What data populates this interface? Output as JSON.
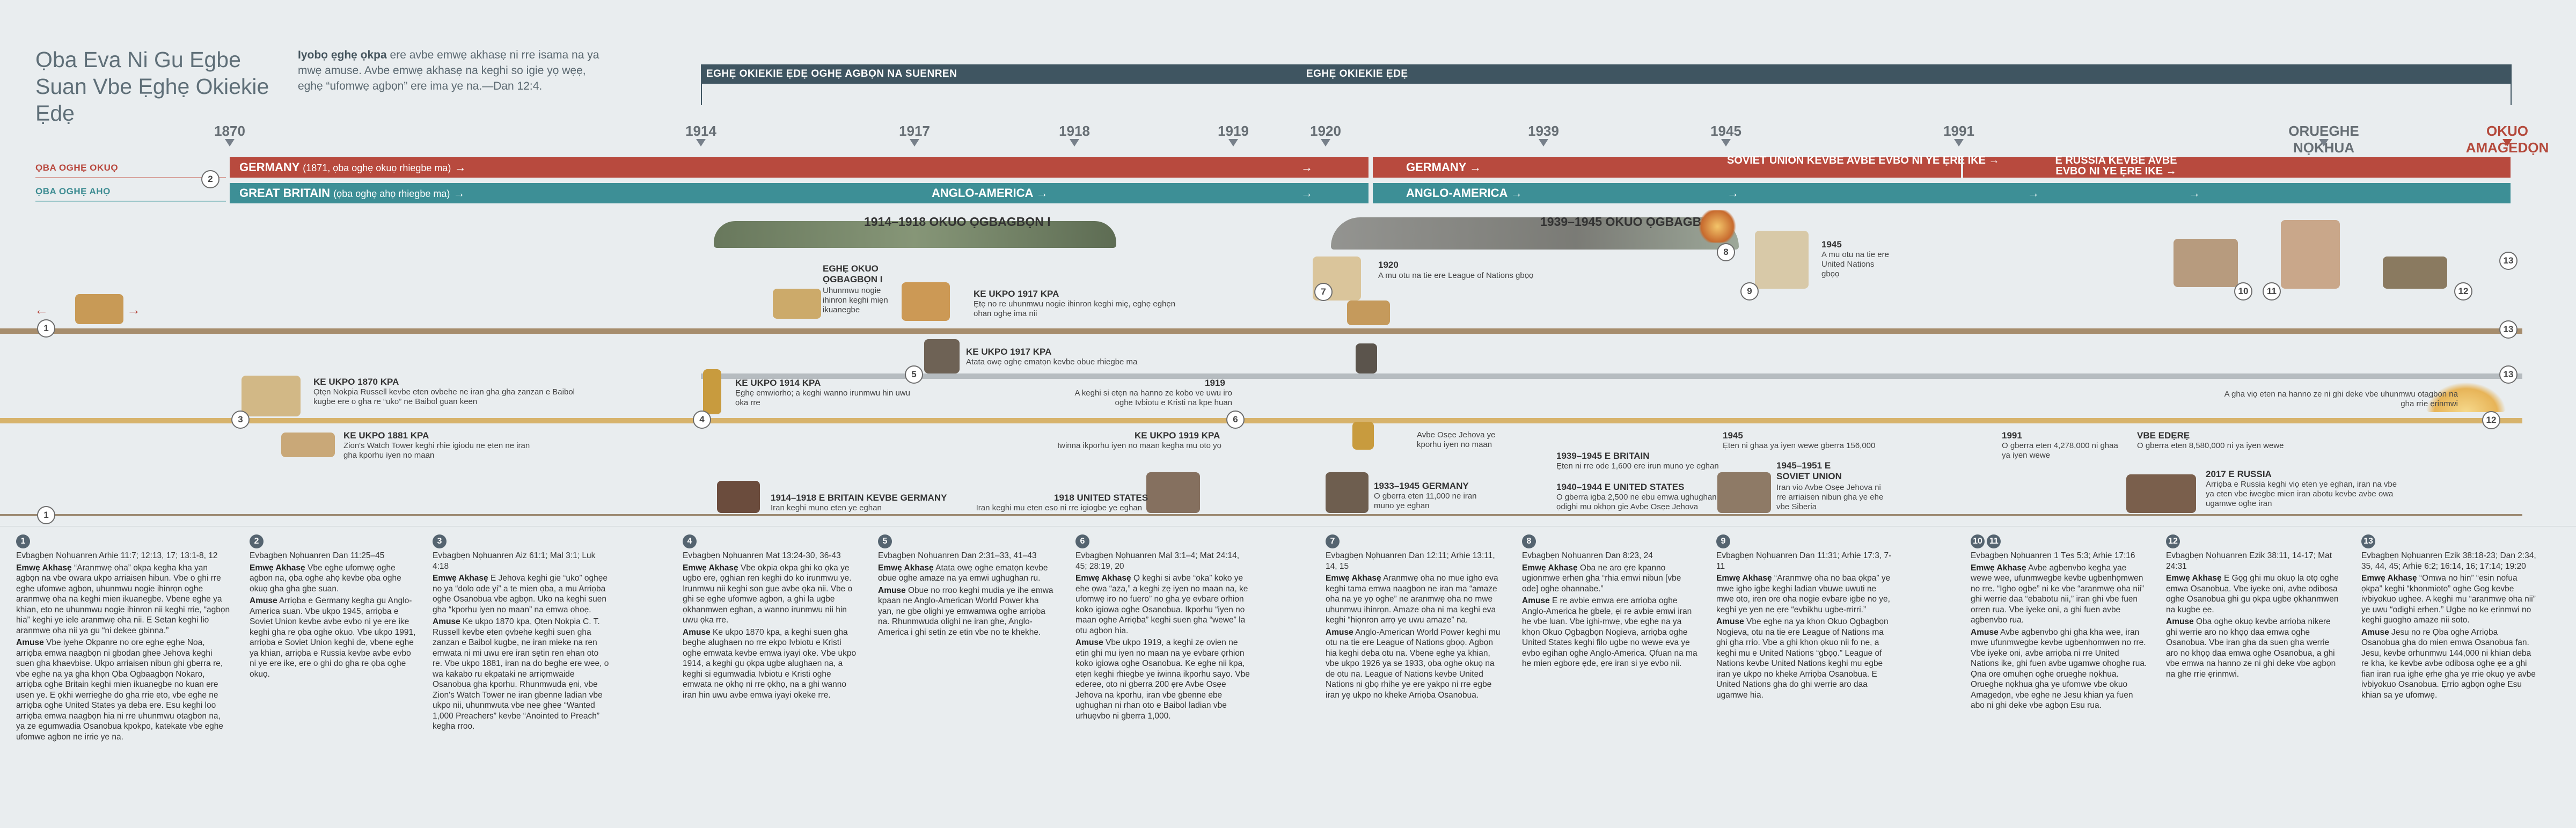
{
  "header": {
    "title": "Ọba Eva Ni Gu Egbe Suan Vbe Ẹghẹ Okiekie Ẹdẹ",
    "intro_bold": "Iyobọ ẹghẹ ọkpa",
    "intro": "ere avbe emwẹ akhasẹ ni rre isama na ya mwẹ amuse. Avbe emwẹ akhasẹ na keghi so igie yọ wẹẹ, eghẹ “ufomwẹ agbọn” ere ima ye na.—Dan 12:4."
  },
  "eras": [
    {
      "label": "EGHẸ OKIEKIE ẸDẸ OGHẸ AGBỌN NA SUENREN"
    },
    {
      "label": "EGHẸ OKIEKIE ẸDẸ"
    }
  ],
  "years": [
    "1870",
    "1914",
    "1917",
    "1918",
    "1919",
    "1920",
    "1939",
    "1945",
    "1991",
    "ORUEGHE NỌKHUA",
    "OKUO AMAGEDỌN"
  ],
  "bands": {
    "south_label": "ỌBA OGHẸ OKUỌ",
    "north_label": "ỌBA OGHẸ AHỌ",
    "south": [
      {
        "name": "GERMANY",
        "note": "(1871, ọba oghẹ okuọ rhiegbe ma)"
      },
      {
        "name": "GERMANY",
        "note": ""
      },
      {
        "name": "SOVIET UNION KEVBE AVBE EVBO NI YE ẸRE IKE",
        "note": ""
      },
      {
        "name": "E RUSSIA KEVBE AVBE EVBO NI YE ẸRE IKE",
        "note": ""
      }
    ],
    "north": [
      {
        "name": "GREAT BRITAIN",
        "note": "(ọba oghẹ ahọ rhiegbe ma)"
      },
      {
        "name": "ANGLO-AMERICA",
        "note": ""
      },
      {
        "name": "ANGLO-AMERICA",
        "note": ""
      }
    ]
  },
  "wars": {
    "ww1": "1914–1918 OKUO ỌGBAGBỌN I",
    "ww2": "1939–1945 OKUO ỌGBAGBỌN II"
  },
  "events": {
    "e1": {
      "title": "EGHẸ OKUO ỌGBAGBỌN I",
      "desc": "Uhunmwu nogie ihinron keghi mięn ikuanegbe"
    },
    "e2": {
      "title": "KE UKPO 1917 KPA",
      "desc": "Ẹtẹ no re uhunmwu nogie ihinron keghi mię, eghẹ eghẹn ohan oghẹ ima nii"
    },
    "e3": {
      "title": "KE UKPO 1917 KPA",
      "desc": "Atata owẹ oghẹ ematọn kevbe obue rhiegbe ma"
    },
    "e4": {
      "title": "1920",
      "desc": "A mu otu na tie ere League of Nations gbọọ"
    },
    "e5": {
      "title": "1945",
      "desc": "A mu otu na tie ere United Nations gbọọ"
    },
    "e6": {
      "title": "KE UKPO 1870 KPA",
      "desc": "Ọtẹn Nokpia Russell kevbe eten ovbehe ne iran gha gha zanzan e Baibol kugbe ere o gha re “uko” ne Baibol guan keen"
    },
    "e7": {
      "title": "KE UKPO 1914 KPA",
      "desc": "Ẹghẹ emwiorho; a keghi wanno irunmwu hin uwu ọka rre"
    },
    "e8": {
      "title": "1919",
      "desc": "A keghi si etẹn na hanno ze kobo ve uwu iro oghe Ivbiotu e Kristi na kpe huan"
    },
    "e9": {
      "title": "KE UKPO 1881 KPA",
      "desc": "Zion's Watch Tower keghi rhie igiodu ne ẹten ne iran gha kporhu iyen no maan"
    },
    "e10": {
      "title": "KE UKPO 1919 KPA",
      "desc": "Iwinna ikporhu iyen no maan kegha mu oto yọ"
    },
    "e11": {
      "title": "",
      "desc": "Avbe Osẹe Jehova ye kporhu iyen no maan"
    },
    "e12": {
      "title": "1939–1945 E BRITAIN",
      "desc": "Ẹten ni rre ode 1,600 ere irun muno ye eghan"
    },
    "e13": {
      "title": "1940–1944 E UNITED STATES",
      "desc": "O gberra igba 2,500 ne ebu emwa ughughan ni gbe ọdighi mu okhọn gie Avbe Osẹe Jehova"
    },
    "e14": {
      "title": "1933–1945 GERMANY",
      "desc": "O gberra eten 11,000 ne iran muno ye eghan"
    },
    "e15": {
      "title": "1914–1918 E BRITAIN KEVBE GERMANY",
      "desc": "Iran keghi muno eten ye eghan"
    },
    "e16": {
      "title": "1918 UNITED STATES",
      "desc": "Iran keghi mu eten eso ni rre igiogbe ye eghan"
    },
    "e17": {
      "title": "1945",
      "desc": "Ẹten ni ghaa ya iyen wewe gberra 156,000"
    },
    "e18": {
      "title": "1945–1951 E SOVIET UNION",
      "desc": "Iran vio Avbe Osẹe Jehova ni rre arriaisen nibun gha ye ehe vbe Siberia"
    },
    "e19": {
      "title": "1991",
      "desc": "O gberra eten 4,278,000 ni ghaa ya iyen wewe"
    },
    "e20": {
      "title": "VBE EDẸRẸ",
      "desc": "O gberra eten 8,580,000 ni ya iyen wewe"
    },
    "e21": {
      "title": "2017 E RUSSIA",
      "desc": "Arriọba e Russia keghi viọ eten ye eghan, iran na vbe ya eten vbe iwegbe mien iran abotu kevbe avbe owa ugamwe oghe iran"
    },
    "e22": {
      "title": "",
      "desc": "A gha viọ eten na hanno ze ni ghi deke vbe uhunmwu otagbon na gha rrie ẹrinmwi"
    }
  },
  "notes": [
    {
      "num": "1",
      "ref": "Evbagbẹn Nọhuanren Arhie 11:7; 12:13, 17; 13:1-8, 12",
      "body": [
        [
          "Emwẹ Akhasẹ",
          "“Aranmwẹ oha” okpa kegha kha yan agbọn na vbe owara ukpo arriaisen hibun. Vbe o ghi rre eghe ufomwe agbon, uhunmwu nogie ihinrọn oghe aranmwẹ oha na keghi mien ikuanegbe. Vbene eghe ya khian, eto ne uhunmwu nogie ihinron nii keghi rrie, “agbọn hia” keghi ye iele aranmwẹ oha nii. E Setan keghi lio aranmwẹ oha nii ya gu “ni dekee gbinna.”"
        ],
        [
          "Amuse",
          "Vbe iyehe Okpanre no ore eghe ẹghe Noa, arriọba emwa naagbọn ni gbodan ghee Jehova keghi suen gha khaevbise. Ukpo arriaisen nibun ghi gberra re, vbe eghe na ya gha khọn Ọba Ogbaagbọn Nokaro, arriọba oghe Britain keghi mien ikuanegbe no kuan ere usen ye. E ọkhi werrieghe do gha rrie eto, vbe eghe ne arriọba oghe United States ya deba ere. Esu keghi loo arriọba emwa naagbọn hia ni rre uhunmwu otagbon na, ya ze egumwadia Osanobua kpokpo, katekate vbe eghe ufomwe agbon ne irrie ye na."
        ]
      ]
    },
    {
      "num": "2",
      "ref": "Evbagbẹn Nọhuanren Dan 11:25–45",
      "body": [
        [
          "Emwẹ Akhasẹ",
          "Vbe eghe ufomwẹ oghe agbon na, ọba oghe ahọ kevbe ọba oghe okuọ gha gha gbe suan."
        ],
        [
          "Amuse",
          "Arriọba e Germany kegha gu Anglo-America suan. Vbe ukpo 1945, arriọba e Soviet Union kevbe avbe evbo ni ye ere ike keghi gha re ọba oghe okuo. Vbe ukpo 1991, arriọba e Soviet Union keghi de, vbene eghe ya khian, arriọba e Russia kevbe avbe evbo ni ye ere ike, ere o ghi do gha re ọba oghe okuọ."
        ]
      ]
    },
    {
      "num": "3",
      "ref": "Evbagbẹn Nọhuanren Aiz 61:1; Mal 3:1; Luk 4:18",
      "body": [
        [
          "Emwẹ Akhasẹ",
          "E Jehova keghi gie “uko” oghẹe no ya “dolo ode yi” a te mien ọba, a mu Arriọba oghe Osanobua vbe agbọn. Uko na keghi suen gha “kporhu iyen no maan” na emwa ohoẹ."
        ],
        [
          "Amuse",
          "Ke ukpo 1870 kpa, Ọten Nokpia C. T. Russell kevbe eten ọvbehe keghi suen gha zanzan e Baibol kugbe, ne iran mieke na ren emwata ni mi uwu ere iran sẹtin ren ehan oto re. Vbe ukpo 1881, iran na do beghe ere wee, o wa kakabo ru ekpataki ne arriọmwaide Osanobua gha kporhu. Rhunmwuda ẹni, vbe Zion's Watch Tower ne iran gbenne ladian vbe ukpo nii, uhunmwuta vbe nee ghee “Wanted 1,000 Preachers” kevbe “Anointed to Preach” kegha rroo."
        ]
      ]
    },
    {
      "num": "4",
      "ref": "Evbagbẹn Nọhuanren Mat 13:24-30, 36-43",
      "body": [
        [
          "Emwẹ Akhasẹ",
          "Vbe okpia okpa ghi ko ọka ye ugbo ere, ọghian ren keghi do ko irunmwu ye. Irunmwu nii keghi son gue avbe ọka nii. Vbe o ghi se eghe ufomwe agbon, a ghi la ugbe ọkhanmwen eghan, a wanno irunmwu nii hin uwu ọka rre."
        ],
        [
          "Amuse",
          "Ke ukpo 1870 kpa, a keghi suen gha beghe alughaen no rre ekpo Ivbiotu e Kristi oghe emwata kevbe emwa iyayi oke. Vbe ukpo 1914, a keghi gu ọkpa ugbe alughaen na, a keghi si egumwadia Ivbiotu e Kristi oghe emwata ne ọkhọ ni rre ọkhọ, na a ghi wanno iran hin uwu avbe emwa iyayi okeke rre."
        ]
      ]
    },
    {
      "num": "5",
      "ref": "Evbagbẹn Nọhuanren Dan 2:31–33, 41–43",
      "body": [
        [
          "Emwẹ Akhasẹ",
          "Atata owẹ oghe ematọn kevbe obue oghe amaze na ya emwi ughughan ru."
        ],
        [
          "Amuse",
          "Obue no rroo keghi mudia ye ihe emwa kpaan ne Anglo-American World Power kha yan, ne gbe olighi ye emwamwa oghe arriọba na. Rhunmwuda olighi ne iran ghe, Anglo-America i ghi setin ze etin vbe no te khekhe."
        ]
      ]
    },
    {
      "num": "6",
      "ref": "Evbagbẹn Nọhuanren Mal 3:1–4; Mat 24:14, 45; 28:19, 20",
      "body": [
        [
          "Emwẹ Akhasẹ",
          "Ọ keghi si avbe “oka” koko ye ehe ọwa “aza,” a keghi zẹ iyen no maan na, ke ufomwẹ iro no fuero” no gha ye evbare orhion koko igiowa oghe Osanobua. Ikporhu “iyen no maan oghe Arriọba” keghi suen gha “wewe” la otu agbon hia."
        ],
        [
          "Amuse",
          "Vbe ukpo 1919, a keghi zẹ ovien ne etin ghi mu iyen no maan na ye evbare ọrhion koko igiowa oghe Osanobua. Ke eghe nii kpa, etẹn keghi rhiegbe ye iwinna ikporhu sayo. Vbe ederee, oto ni gberra 200 ẹre Avbe Osẹe Jehova na kporhu, iran vbe gbenne ebe ughughan ni rhan oto e Baibol ladian vbe urhuẹvbo ni gberra 1,000."
        ]
      ]
    },
    {
      "num": "7",
      "ref": "Evbagbẹn Nọhuanren Dan 12:11; Arhie 13:11, 14, 15",
      "body": [
        [
          "Emwẹ Akhasẹ",
          "Aranmwẹ oha no mue igho eva keghi tama emwa naagbon ne iran ma “amaze oha na ye yọ oghe” ne aranmwẹ oha no mwe uhunmwu ihinrọn. Amaze oha ni ma keghi eva keghi “hiọnron arrọ ye uwu amaze” na."
        ],
        [
          "Amuse",
          "Anglo-American World Power keghi mu otu na tie ere League of Nations gbọọ. Agbọn hia keghi deba otu na. Vbene eghe ya khian, vbe ukpo 1926 ya se 1933, ọba oghe okuọ na de otu na. League of Nations kevbe United Nations ni gbọ rhihe ye ere yakpo ni rre egbe iran yẹ ukpo no kheke Arriọba Osanobua."
        ]
      ]
    },
    {
      "num": "8",
      "ref": "Evbagbẹn Nọhuanren Dan 8:23, 24",
      "body": [
        [
          "Emwẹ Akhasẹ",
          "Oba ne aro ẹre kpanno ugionmwe erhen gha “rhia emwi nibun [vbe ode] oghe ohannabe.”"
        ],
        [
          "Amuse",
          "E re avbie emwa ere arriọba oghe Anglo-America he gbele, ẹi re avbie emwi iran he vbe luan. Vbe ighi-mwẹ, vbe eghe na ya khọn Okuo Ọgbagbọn Nogieva, arriọba oghe United States keghi filo ugbe no wewe eva ye evbo egihan oghe Anglo-America. Ọfuan na ma he mien egbore ẹde, ẹre iran si ye evbo nii."
        ]
      ]
    },
    {
      "num": "9",
      "ref": "Evbagbẹn Nọhuanren Dan 11:31; Arhie 17:3, 7-11",
      "body": [
        [
          "Emwẹ Akhasẹ",
          "“Aranmwẹ oha no baa ọkpa” ye mwe igho igbe keghi ladian vbuwe uwuti ne mwe oto, iren ore oha nogie evbare igbe no ye, keghi ye yen ne ẹre “evbikhu ugbe-rrirri.”"
        ],
        [
          "Amuse",
          "Vbe eghe na ya khọn Okuo Ọgbagbọn Nogieva, otu na tie ere League of Nations ma ghi gha rrio. Vbe a ghi khọn ọkuo nii fo ne, a keghi mu e United Nations “gbọọ.” League of Nations kevbe United Nations keghi mu egbe iran ye ukpo no kheke Arriọba Osanobua. E United Nations gha do ghi werrie aro daa ugamwe hia."
        ]
      ]
    },
    {
      "num": "10",
      "num2": "11",
      "ref": "Evbagbẹn Nọhuanren 1 Tẹs 5:3; Arhie 17:16",
      "body": [
        [
          "Emwẹ Akhasẹ",
          "Avbe agbenvbo kegha yae wewe wee, ufunmwegbe kevbe ugbenhọmwen no rre. “Igho ogbe” ni ke vbe “aranmwẹ oha nii” ghi werrie daa “ebabotu nii,” iran ghi vbe fuen orren rua. Vbe iyeke oni, a ghi fuen avbe agbenvbo rua."
        ],
        [
          "Amuse",
          "Avbe agbenvbo ghi gha kha wee, iran mwẹ ufunmwegbe kevbe ugbenhọmwen no rre. Vbe iyeke oni, avbe arriọba ni rre United Nations ike, ghi fuen avbe ugamwe ohoghe rua. Ọna ore omuhẹn oghe orueghe nọkhua. Orueghe nọkhua gha ye ufomwe vbe okuo Amagedọn, vbe eghe ne Jesu khian ya fuen abo ni ghi deke vbe agbọn Esu rua."
        ]
      ]
    },
    {
      "num": "12",
      "ref": "Evbagbẹn Nọhuanren Ezik 38:11, 14-17; Mat 24:31",
      "body": [
        [
          "Emwẹ Akhasẹ",
          "E Gọg ghi mu okuọ la otọ oghe emwa Osanobua. Vbe iyeke oni, avbe odibosa oghe Osanobua ghi gu ọkpa ugbe ọkhanmwen na kugbe ẹe."
        ],
        [
          "Amuse",
          "Ọba oghe okuọ kevbe arriọba nikere ghi werrie aro no khọọ daa emwa oghe Osanobua. Vbe iran gha da suen gha werrie aro no khọọ daa emwa oghe Osanobua, a ghi vbe emwa na hanno ze ni ghi deke vbe agbọn na ghe rrie ẹrinmwi."
        ]
      ]
    },
    {
      "num": "13",
      "ref": "Evbagbẹn Nọhuanren Ezik 38:18-23; Dan 2:34, 35, 44, 45; Arhie 6:2; 16:14, 16; 17:14; 19:20",
      "body": [
        [
          "Emwẹ Akhasẹ",
          "“Omwa no hin” “esin nofua ọkpa” keghi “khonmioto” oghe Gog kevbe ivbiyokuo ughee. A keghi mu “aranmwẹ oha nii” ye uwu “odighi erhen.” Ugbe no ke ẹrinmwi no keghi guogho amaze nii soto."
        ],
        [
          "Amuse",
          "Jesu no re Ọba oghe Arriọba Osanobua gha do mien emwa Osanobua fan. Jesu, kevbe orhunmwu 144,000 ni khian deba re kha, ke kevbe avbe odibosa oghe ẹe a ghi fian iran rua ighe ẹrhe gha ye rrie okuọ ye avbe ivbiyokuo Osanobua. Ẹrrio agbọn oghe Esu khian sa ye ufomwẹ."
        ]
      ]
    }
  ]
}
